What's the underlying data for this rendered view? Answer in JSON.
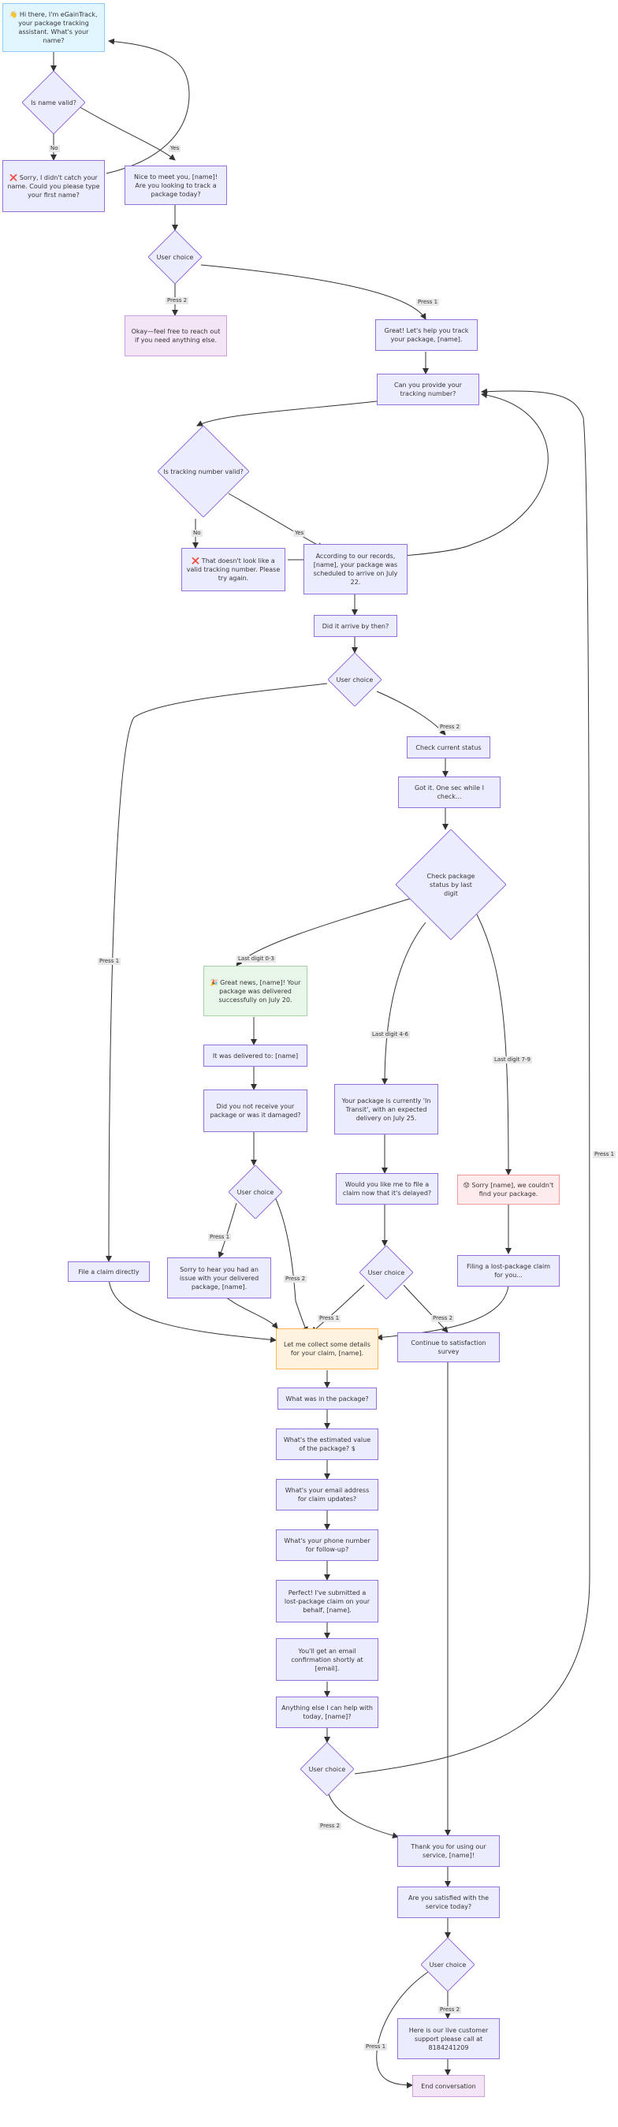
{
  "nodes": {
    "start": "👋 Hi there, I'm eGainTrack, your package tracking assistant. What's your name?",
    "name_valid": "Is name valid?",
    "name_invalid": "❌ Sorry, I didn't catch your name. Could you please type your first name?",
    "greet": "Nice to meet you, [name]! Are you looking to track a package today?",
    "choice1": "User choice",
    "okay_reach": "Okay—feel free to reach out if you need anything else.",
    "great_help": "Great! Let's help you track your package, [name].",
    "ask_tracking": "Can you provide your tracking number?",
    "tracking_valid": "Is tracking number valid?",
    "tracking_invalid": "❌ That doesn't look like a valid tracking number. Please try again.",
    "according": "According to our records, [name], your package was scheduled to arrive on July 22.",
    "did_arrive": "Did it arrive by then?",
    "choice2": "User choice",
    "check_status": "Check current status",
    "got_it": "Got it. One sec while I check...",
    "check_digit": "Check package status by last digit",
    "great_news": "🎉 Great news, [name]! Your package was delivered successfully on July 20.",
    "delivered_to": "It was delivered to: [name]",
    "did_not_receive": "Did you not receive your package or was it damaged?",
    "choice3": "User choice",
    "sorry_issue": "Sorry to hear you had an issue with your delivered package, [name].",
    "in_transit": "Your package is currently 'In Transit', with an expected delivery on July 25.",
    "file_claim_delayed": "Would you like me to file a claim now that it's delayed?",
    "choice4": "User choice",
    "sorry_not_found": "😟 Sorry [name], we couldn't find your package.",
    "filing_lost": "Filing a lost-package claim for you...",
    "file_directly": "File a claim directly",
    "collect_details": "Let me collect some details for your claim, [name].",
    "continue_survey": "Continue to satisfaction survey",
    "what_in_package": "What was in the package?",
    "est_value": "What's the estimated value of the package? $",
    "email": "What's your email address for claim updates?",
    "phone": "What's your phone number for follow-up?",
    "submitted": "Perfect! I've submitted a lost-package claim on your behalf, [name].",
    "email_confirm": "You'll get an email confirmation shortly at [email].",
    "anything_else": "Anything else I can help with today, [name]?",
    "choice5": "User choice",
    "thank_you": "Thank you for using our service, [name]!",
    "satisfied": "Are you satisfied with the service today?",
    "choice6": "User choice",
    "live_support": "Here is our live customer support please call at 8184241209",
    "end": "End conversation"
  },
  "edge_labels": {
    "no": "No",
    "yes": "Yes",
    "press1": "Press 1",
    "press2": "Press 2",
    "last_0_3": "Last digit 0-3",
    "last_4_6": "Last digit 4-6",
    "last_7_9": "Last digit 7-9"
  },
  "colors": {
    "default_fill": "#ECECFF",
    "default_stroke": "#9370DB",
    "start_fill": "#E1F5FE",
    "end_fill": "#F3E5F5",
    "success_fill": "#E8F5E9",
    "error_fill": "#FFEBEE",
    "claim_fill": "#FFF3E0",
    "edge": "#333333",
    "edge_label_bg": "#e8e8e8"
  }
}
